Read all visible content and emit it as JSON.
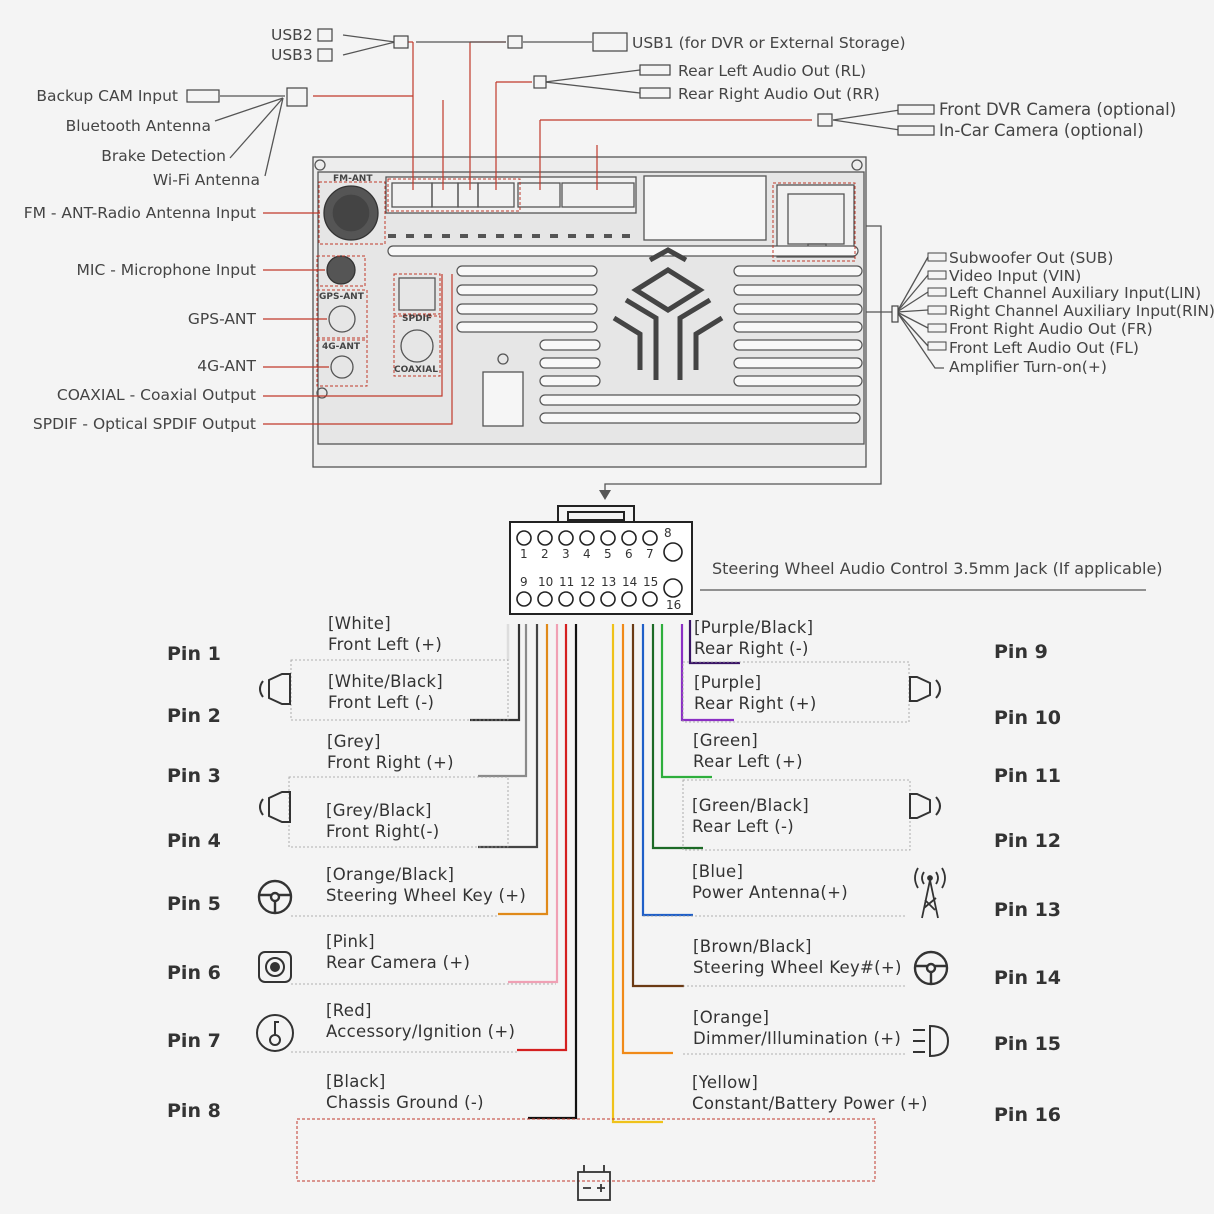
{
  "top_labels": {
    "usb2": "USB2",
    "usb3": "USB3",
    "usb1": "USB1 (for DVR or External Storage)",
    "rear_left_audio": "Rear Left Audio Out (RL)",
    "rear_right_audio": "Rear Right Audio Out (RR)",
    "front_dvr": "Front DVR Camera (optional)",
    "in_car_camera": "In-Car Camera (optional)",
    "backup_cam": "Backup CAM Input",
    "bluetooth": "Bluetooth Antenna",
    "brake": "Brake Detection",
    "wifi": "Wi-Fi Antenna"
  },
  "left_labels": {
    "fm": "FM - ANT-Radio Antenna Input",
    "mic": "MIC - Microphone Input",
    "gps": "GPS-ANT",
    "g4": "4G-ANT",
    "coaxial": "COAXIAL - Coaxial Output",
    "spdif": "SPDIF - Optical SPDIF Output"
  },
  "unit_labels": {
    "fm_ant": "FM-ANT",
    "gps_ant": "GPS-ANT",
    "g4_ant": "4G-ANT",
    "spdif": "SPDIF",
    "coaxial": "COAXIAL"
  },
  "right_labels": [
    "Subwoofer Out (SUB)",
    "Video Input (VIN)",
    "Left Channel Auxiliary Input(LIN)",
    "Right Channel Auxiliary Input(RIN)",
    "Front Right Audio Out (FR)",
    "Front Left Audio Out (FL)",
    "Amplifier Turn-on(+)"
  ],
  "steering_jack": "Steering Wheel Audio Control 3.5mm Jack (If applicable)",
  "connector_numbers_top": [
    "1",
    "2",
    "3",
    "4",
    "5",
    "6",
    "7"
  ],
  "connector_numbers_bottom": [
    "9",
    "10",
    "11",
    "12",
    "13",
    "14",
    "15"
  ],
  "connector_n8": "8",
  "connector_n16": "16",
  "pins_left": [
    {
      "pin": "Pin 1",
      "color": "[White]",
      "func": "Front Left (+)",
      "hex": "#dddddd"
    },
    {
      "pin": "Pin 2",
      "color": "[White/Black]",
      "func": "Front Left (-)",
      "hex": "#333333"
    },
    {
      "pin": "Pin 3",
      "color": "[Grey]",
      "func": "Front Right (+)",
      "hex": "#8a8a8a"
    },
    {
      "pin": "Pin 4",
      "color": "[Grey/Black]",
      "func": "Front Right(-)",
      "hex": "#444444"
    },
    {
      "pin": "Pin 5",
      "color": "[Orange/Black]",
      "func": "Steering Wheel Key (+)",
      "hex": "#e08a1a"
    },
    {
      "pin": "Pin 6",
      "color": "[Pink]",
      "func": "Rear Camera (+)",
      "hex": "#f0a0b4"
    },
    {
      "pin": "Pin 7",
      "color": "[Red]",
      "func": "Accessory/Ignition (+)",
      "hex": "#d42020"
    },
    {
      "pin": "Pin 8",
      "color": "[Black]",
      "func": "Chassis Ground (-)",
      "hex": "#111111"
    }
  ],
  "pins_right": [
    {
      "pin": "Pin 9",
      "color": "[Purple/Black]",
      "func": "Rear Right (-)",
      "hex": "#3a1466"
    },
    {
      "pin": "Pin 10",
      "color": "[Purple]",
      "func": "Rear Right (+)",
      "hex": "#8b2fc4"
    },
    {
      "pin": "Pin 11",
      "color": "[Green]",
      "func": "Rear Left (+)",
      "hex": "#2eae3c"
    },
    {
      "pin": "Pin 12",
      "color": "[Green/Black]",
      "func": "Rear Left (-)",
      "hex": "#1c6a26"
    },
    {
      "pin": "Pin 13",
      "color": "[Blue]",
      "func": "Power Antenna(+)",
      "hex": "#1f5fc8"
    },
    {
      "pin": "Pin 14",
      "color": "[Brown/Black]",
      "func": "Steering Wheel Key#(+)",
      "hex": "#6b3a14"
    },
    {
      "pin": "Pin 15",
      "color": "[Orange]",
      "func": "Dimmer/Illumination (+)",
      "hex": "#f08a18"
    },
    {
      "pin": "Pin 16",
      "color": "[Yellow]",
      "func": "Constant/Battery Power (+)",
      "hex": "#efc21a"
    }
  ],
  "colors": {
    "leader": "#c0392b",
    "line": "#555555",
    "text": "#444444"
  },
  "icons": [
    "speaker-icon",
    "steering-wheel-icon",
    "camera-icon",
    "ignition-key-icon",
    "antenna-icon",
    "headlight-icon",
    "battery-icon"
  ]
}
